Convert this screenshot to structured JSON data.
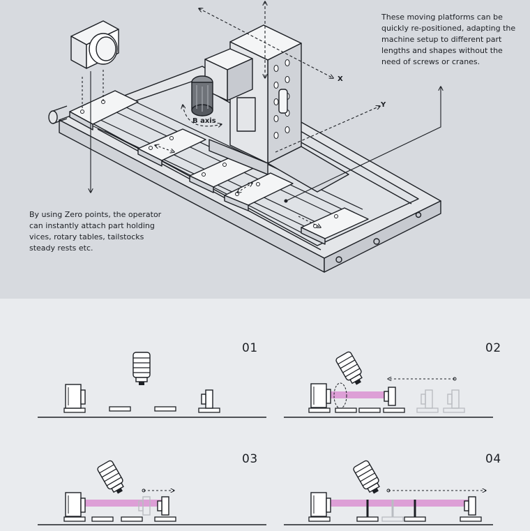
{
  "top_section": {
    "callout_right": "These moving platforms can be quickly re-positioned, adapting the machine setup to different part lengths and shapes without the need of screws or cranes.",
    "callout_left": "By using Zero points, the operator can instantly attach part holding vices, rotary tables, tailstocks steady rests etc.",
    "axis_x": "X",
    "axis_y": "Y",
    "axis_b": "B axis"
  },
  "steps": [
    {
      "number": "01"
    },
    {
      "number": "02"
    },
    {
      "number": "03"
    },
    {
      "number": "04"
    }
  ],
  "colors": {
    "top_background": "#d7dadf",
    "bottom_background": "#e9ebee",
    "line": "#1c1f24",
    "machine_body": "#e4e6e9",
    "platform": "#f4f5f6",
    "workpiece": "#d98ccf",
    "ghost": "#b9bcc1"
  }
}
